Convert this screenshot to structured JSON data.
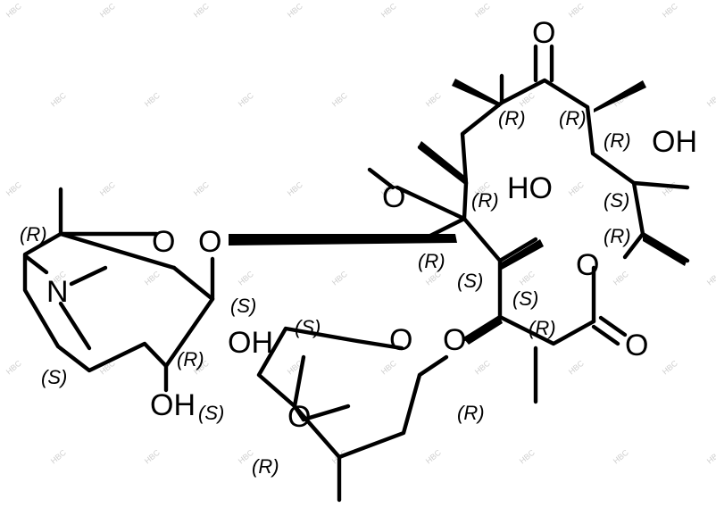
{
  "atoms": {
    "O": "O",
    "OH": "OH",
    "HO": "HO",
    "N": "N"
  },
  "stereo": {
    "R": "(R)",
    "S": "(S)"
  },
  "watermark": "HBC"
}
